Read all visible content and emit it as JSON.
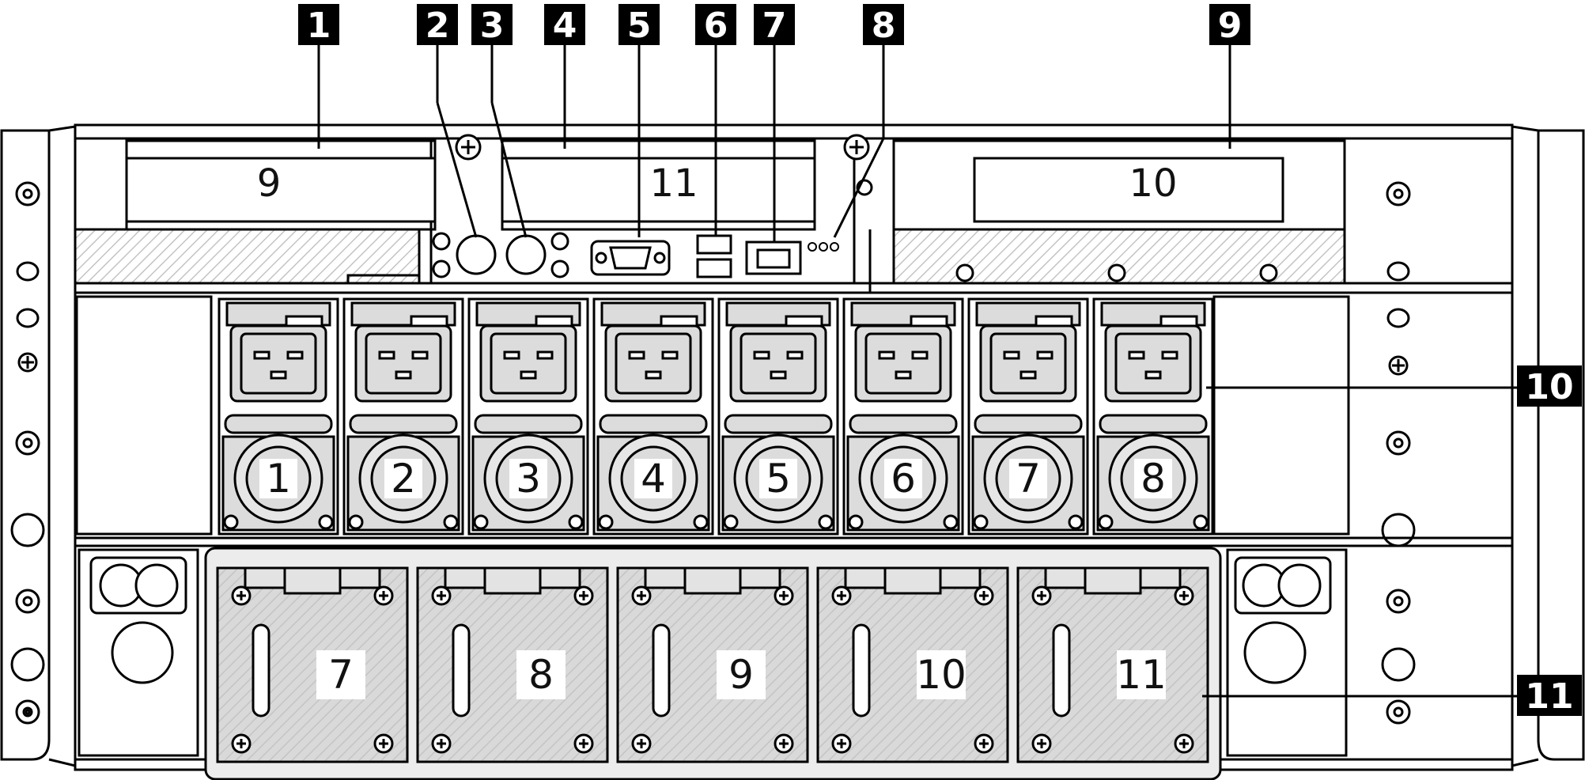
{
  "title": "",
  "callouts": [
    "1",
    "2",
    "3",
    "4",
    "5",
    "6",
    "7",
    "8",
    "9",
    "10",
    "11"
  ],
  "pcie_slot_labels": [
    "9",
    "11",
    "10"
  ],
  "psu_labels": [
    "1",
    "2",
    "3",
    "4",
    "5",
    "6",
    "7",
    "8"
  ],
  "fan_labels": [
    "7",
    "8",
    "9",
    "10",
    "11"
  ],
  "colors": {
    "line": "#000000",
    "callout_fill": "#000000",
    "callout_text": "#ffffff",
    "module_fill": "#dcdcdc",
    "hatch": "#bdbdbd",
    "chassis": "#ffffff"
  },
  "icons": [
    "screw-icon",
    "usb-port-icon",
    "vga-port-icon",
    "rj45-port-icon",
    "led-icon",
    "cable-grommet-icon",
    "fan-grille-icon",
    "power-inlet-icon"
  ]
}
